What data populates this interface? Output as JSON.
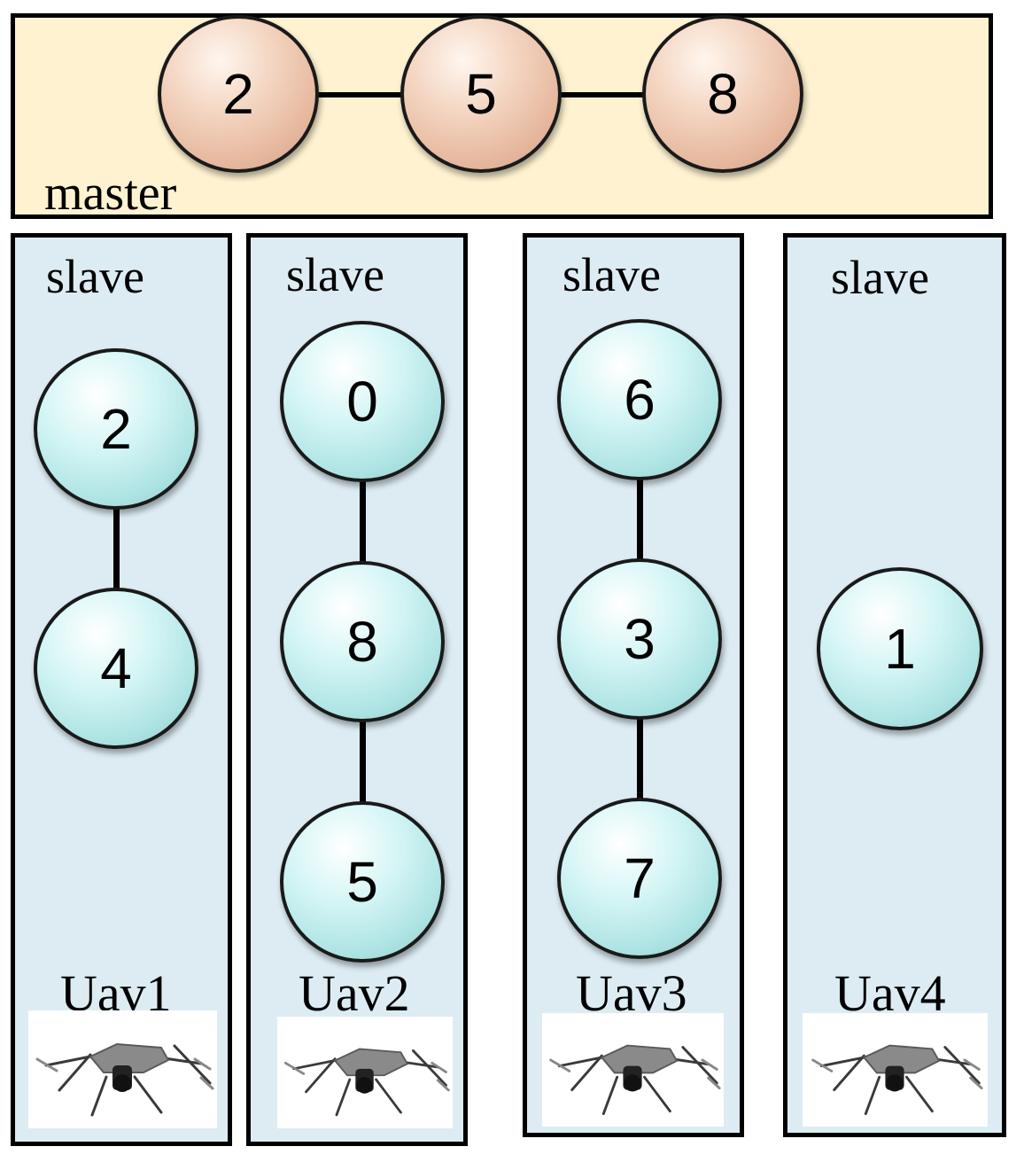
{
  "master": {
    "label": "master",
    "nodes": [
      "2",
      "5",
      "8"
    ]
  },
  "slaves": [
    {
      "label": "slave",
      "uav": "Uav1",
      "nodes": [
        "2",
        "4"
      ]
    },
    {
      "label": "slave",
      "uav": "Uav2",
      "nodes": [
        "0",
        "8",
        "5"
      ]
    },
    {
      "label": "slave",
      "uav": "Uav3",
      "nodes": [
        "6",
        "3",
        "7"
      ]
    },
    {
      "label": "slave",
      "uav": "Uav4",
      "nodes": [
        "1"
      ]
    }
  ],
  "icons": {
    "uav": "drone-icon"
  },
  "colors": {
    "master_bg": "#fef2d0",
    "slave_bg": "#dcecf2",
    "master_node": "#e6b79d",
    "slave_node": "#aee3e3"
  }
}
